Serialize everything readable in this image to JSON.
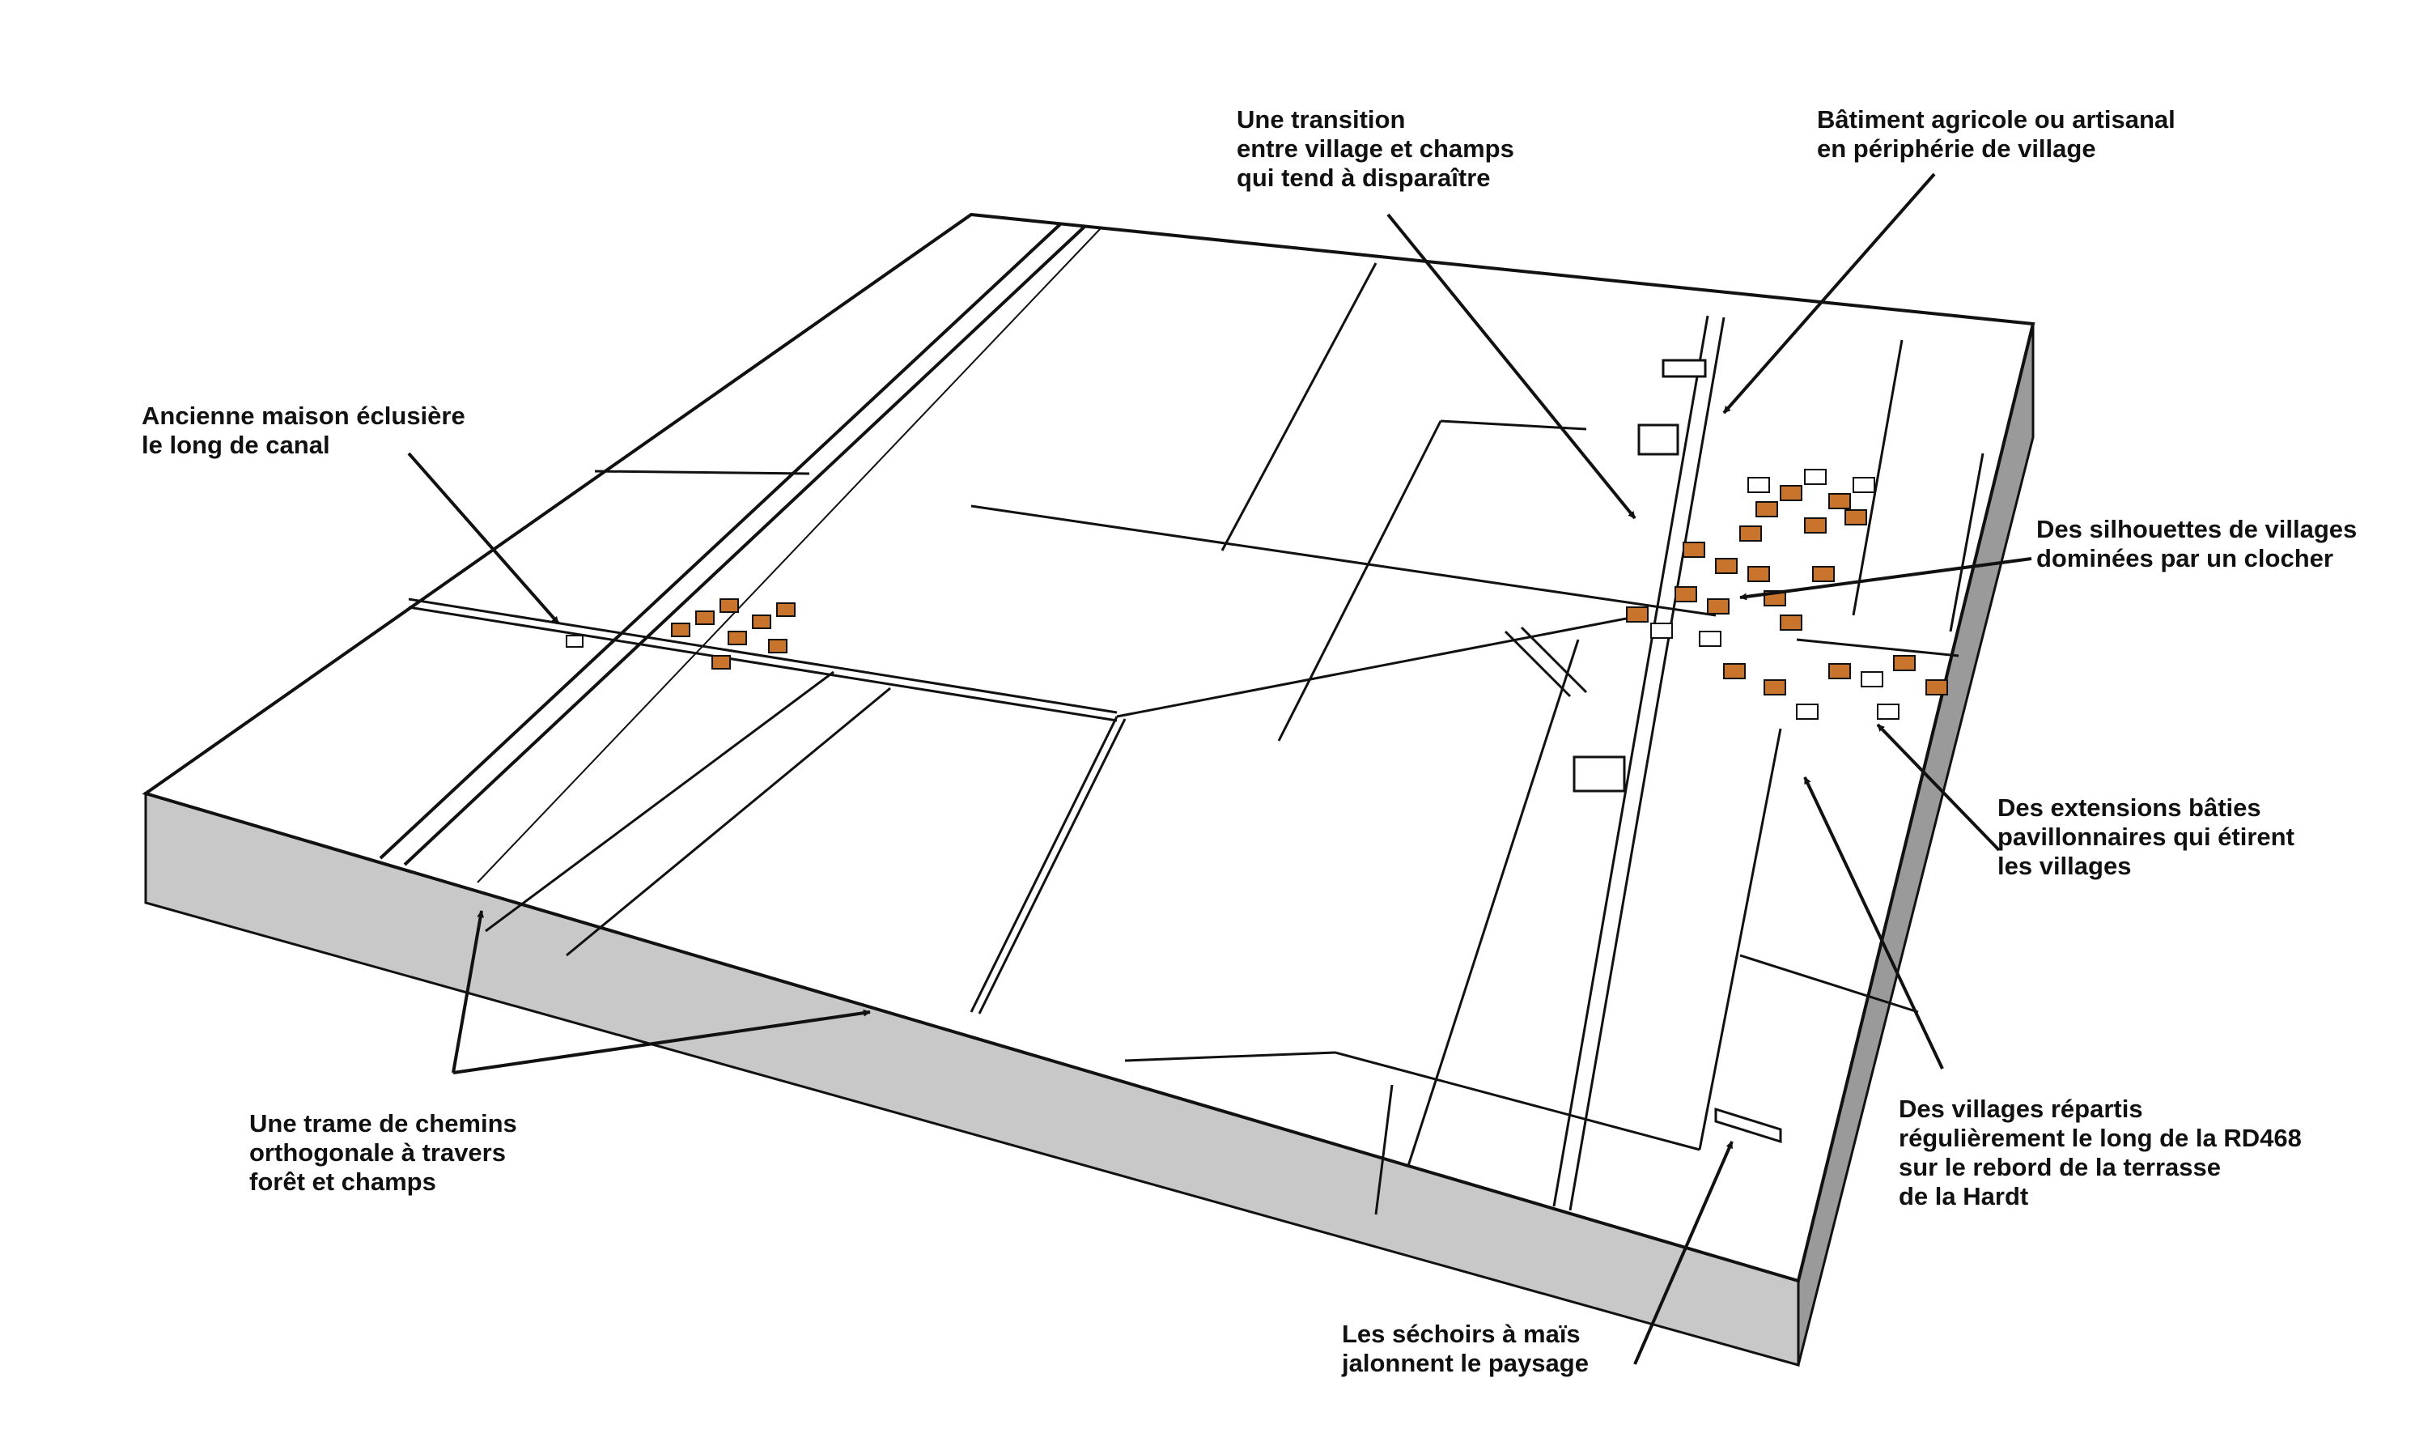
{
  "colors": {
    "paper": "#ffffff",
    "ink": "#111111",
    "slab_side": "#c8c8c8",
    "slab_right": "#9a9a9a",
    "roof": "#c8742c"
  },
  "annotations": {
    "lock_house": [
      "Ancienne maison éclusière",
      "le long de canal"
    ],
    "transition": [
      "Une transition",
      "entre village et champs",
      "qui tend à disparaître"
    ],
    "farm_building": [
      "Bâtiment agricole ou artisanal",
      "en périphérie de village"
    ],
    "silhouettes": [
      "Des silhouettes de villages",
      "dominées par un clocher"
    ],
    "extensions": [
      "Des extensions bâties",
      "pavillonnaires qui étirent",
      "les villages"
    ],
    "villages_rd468": [
      "Des villages répartis",
      "régulièrement le long de la RD468",
      "sur le rebord de la terrasse",
      "de la Hardt"
    ],
    "grid_paths": [
      "Une trame de chemins",
      "orthogonale à travers",
      "forêt et champs"
    ],
    "dryers": [
      "Les séchoirs à maïs",
      "jalonnent le paysage"
    ]
  }
}
